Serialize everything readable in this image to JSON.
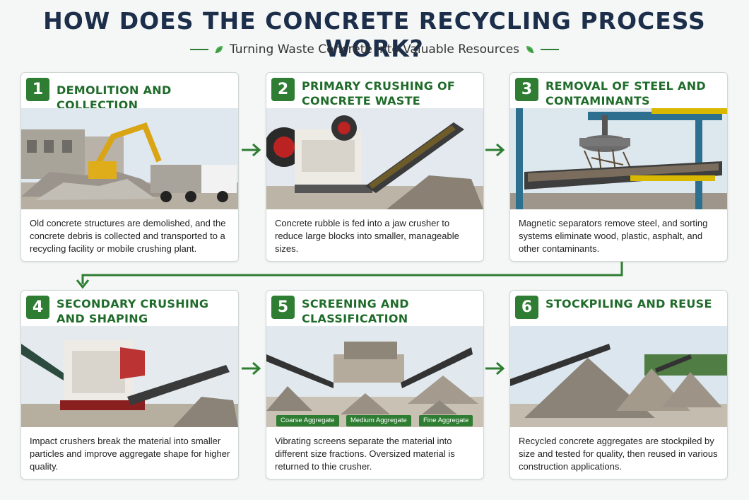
{
  "header": {
    "title": "HOW DOES THE CONCRETE RECYCLING PROCESS WORK?",
    "subtitle": "Turning Waste Concrete into Valuable Resources"
  },
  "steps": [
    {
      "number": "1",
      "title": "DEMOLITION AND COLLECTION",
      "description": "Old concrete structures are demolished, and the concrete debris is collected and transported to a recycling facility or mobile crushing plant."
    },
    {
      "number": "2",
      "title": "PRIMARY CRUSHING OF CONCRETE WASTE",
      "description": "Concrete rubble is fed into a jaw crusher to reduce large blocks into smaller, manageable sizes."
    },
    {
      "number": "3",
      "title": "REMOVAL OF STEEL AND CONTAMINANTS",
      "description": "Magnetic separators remove steel, and sorting systems eliminate wood, plastic, asphalt, and other contaminants."
    },
    {
      "number": "4",
      "title": "SECONDARY CRUSHING AND SHAPING",
      "description": "Impact crushers break the material into smaller particles and improve aggregate shape for higher quality."
    },
    {
      "number": "5",
      "title": "SCREENING AND CLASSIFICATION",
      "description": "Vibrating screens separate the material into different size fractions. Oversized material is returned to thie crusher.",
      "tags": [
        "Coarse Aggregate",
        "Medium Aggregate",
        "Fine Aggregate"
      ]
    },
    {
      "number": "6",
      "title": "STOCKPILING AND REUSE",
      "description": "Recycled concrete aggregates are stockpiled by size and tested for quality, then reused in various construction applications."
    }
  ],
  "colors": {
    "accent": "#2e7d32",
    "title": "#1c2e4a",
    "step_title": "#1f6b2a"
  }
}
